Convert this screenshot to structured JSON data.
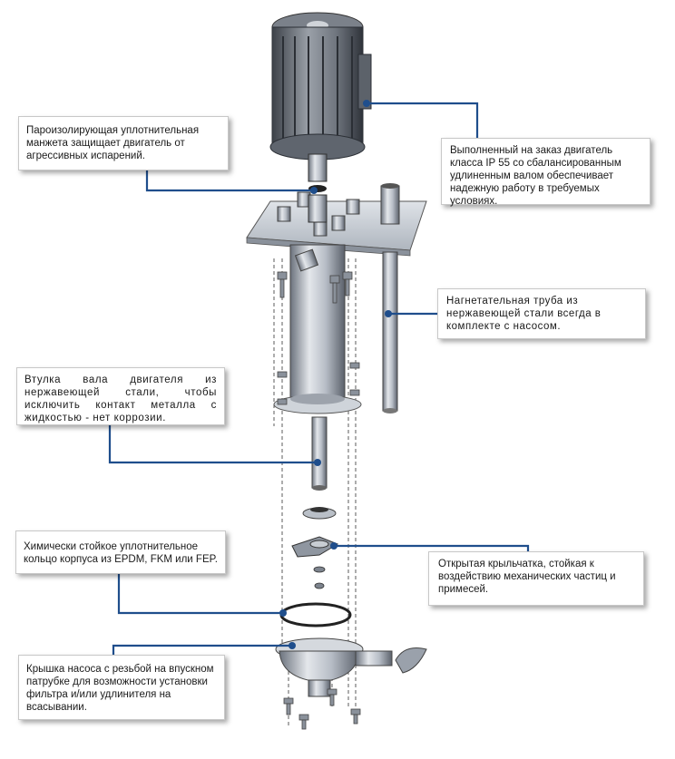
{
  "callouts": {
    "vapor_seal": "Пароизолирующая уплотнительная манжета защищает двигатель от агрессивных испарений.",
    "motor": "Выполненный на заказ двигатель класса IP 55 со сбалансированным удлиненным валом обеспечивает надежную работу в требуемых условиях.",
    "discharge_pipe": "Нагнетательная труба из нержавеющей стали всегда в комплекте с насосом.",
    "shaft_sleeve": "Втулка вала двигателя из нержавеющей стали, чтобы исключить контакт металла с жидкостью - нет коррозии.",
    "housing_ring": "Химически стойкое уплотнительное кольцо корпуса из EPDM, FKM или FEP.",
    "impeller": "Открытая крыльчатка, стойкая к воздействию механических частиц и примесей.",
    "pump_cover": "Крышка насоса с резьбой на впускном патрубке для возможности установки фильтра и/или удлинителя на всасывании."
  },
  "colors": {
    "leader_line": "#1f4e8c",
    "metal_light": "#d9dde3",
    "metal_mid": "#a9b0ba",
    "metal_dark": "#5d6470"
  }
}
